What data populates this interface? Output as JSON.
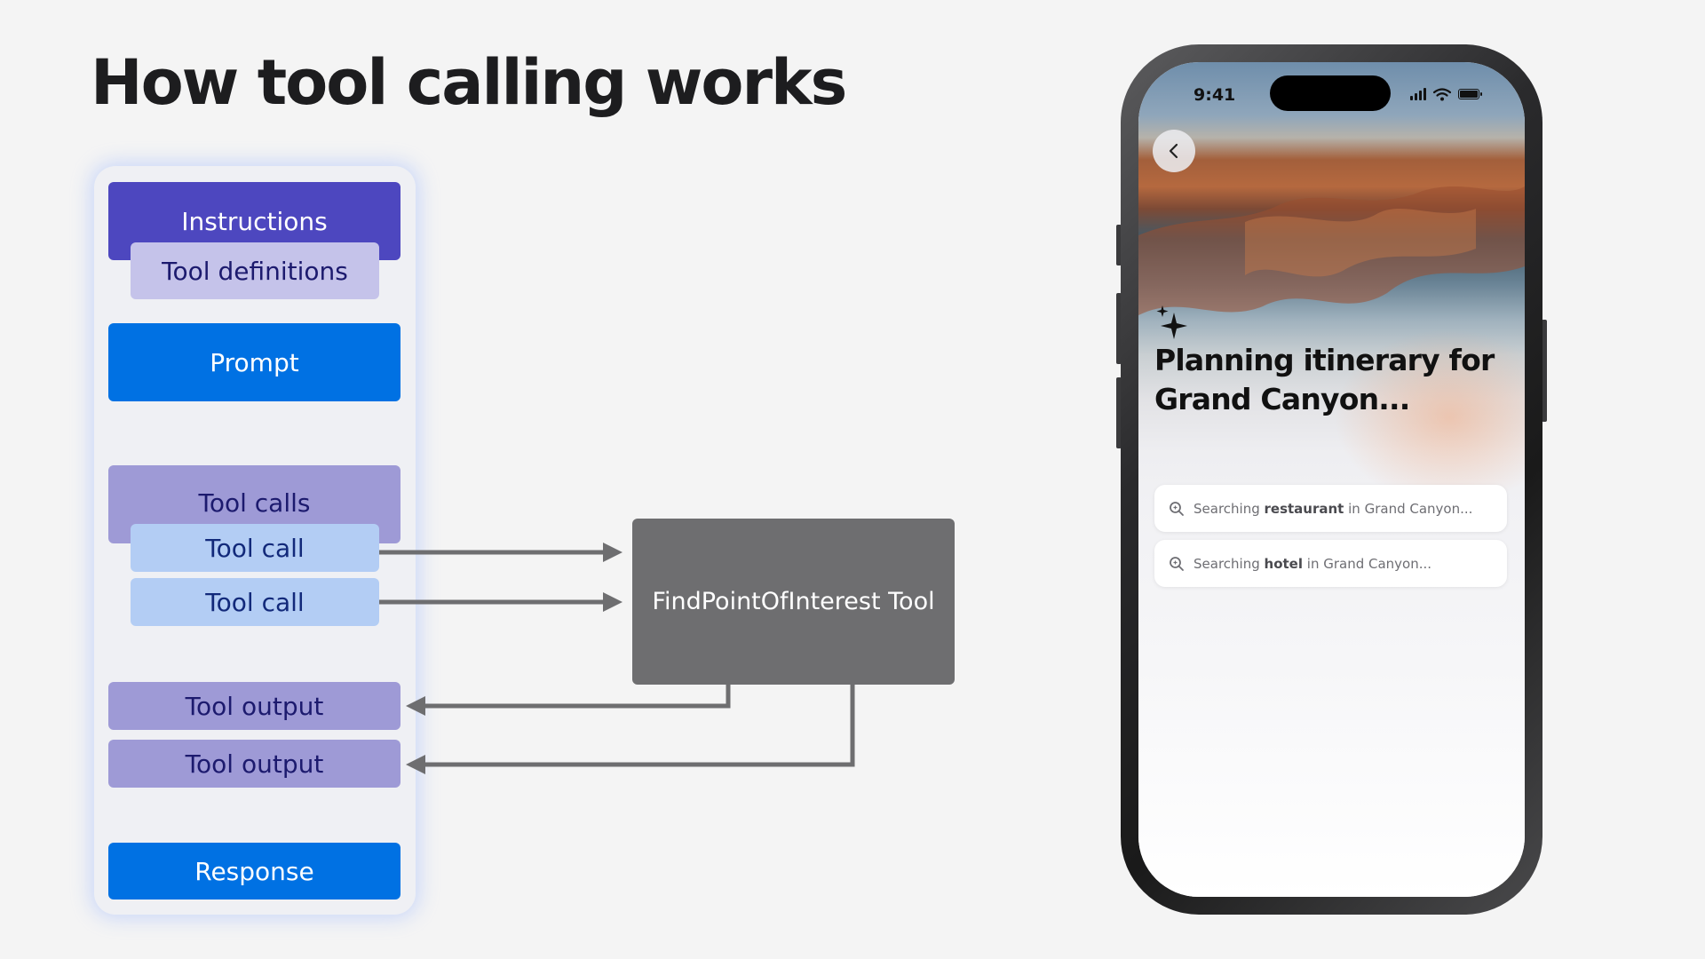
{
  "slide": {
    "title": "How tool calling works"
  },
  "transcript": {
    "instructions": "Instructions",
    "tool_definitions": "Tool definitions",
    "prompt": "Prompt",
    "tool_calls": "Tool calls",
    "tool_call_1": "Tool call",
    "tool_call_2": "Tool call",
    "tool_output_1": "Tool output",
    "tool_output_2": "Tool output",
    "response": "Response"
  },
  "tool": {
    "label": "FindPointOfInterest Tool"
  },
  "colors": {
    "instructions": "#4d47bf",
    "tool_definitions": "#c5c3ea",
    "prompt": "#0071e3",
    "tool_calls": "#9e9ad6",
    "tool_call": "#b3cdf4",
    "tool_output": "#9e9ad6",
    "response": "#0071e3",
    "tool_box": "#6e6e70",
    "arrow": "#6e6e70"
  },
  "phone": {
    "status": {
      "time": "9:41",
      "icons": [
        "signal-icon",
        "wifi-icon",
        "battery-icon"
      ]
    },
    "back_icon": "chevron-left-icon",
    "sparkle_icon": "sparkles-icon",
    "heading": "Planning itinerary for Grand Canyon...",
    "searches": [
      {
        "icon": "magnifier-icon",
        "prefix": "Searching",
        "keyword": "restaurant",
        "suffix": "in Grand Canyon..."
      },
      {
        "icon": "magnifier-icon",
        "prefix": "Searching",
        "keyword": "hotel",
        "suffix": "in Grand Canyon..."
      }
    ]
  }
}
